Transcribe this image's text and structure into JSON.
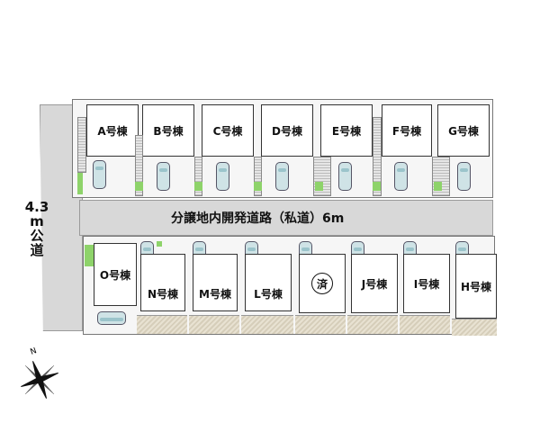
{
  "map": {
    "public_road_label": [
      "4.3",
      "m",
      "公",
      "道"
    ],
    "private_road_label": "分譲地内開発道路（私道）6m",
    "north_label": "N",
    "colors": {
      "road": "#d8d8d8",
      "planting": "#8ed36a",
      "car": "#cfe3e6",
      "frontage_hatch": "#d6ceba"
    },
    "north_row": [
      {
        "id": "A",
        "label": "A号棟"
      },
      {
        "id": "B",
        "label": "B号棟"
      },
      {
        "id": "C",
        "label": "C号棟"
      },
      {
        "id": "D",
        "label": "D号棟"
      },
      {
        "id": "E",
        "label": "E号棟"
      },
      {
        "id": "F",
        "label": "F号棟"
      },
      {
        "id": "G",
        "label": "G号棟"
      }
    ],
    "south_row": [
      {
        "id": "O",
        "label": "O号棟"
      },
      {
        "id": "N",
        "label": "N号棟"
      },
      {
        "id": "M",
        "label": "M号棟"
      },
      {
        "id": "L",
        "label": "L号棟"
      },
      {
        "id": "K",
        "label": "済",
        "status": "sold"
      },
      {
        "id": "J",
        "label": "J号棟"
      },
      {
        "id": "I",
        "label": "I号棟"
      },
      {
        "id": "H",
        "label": "H号棟"
      }
    ]
  }
}
